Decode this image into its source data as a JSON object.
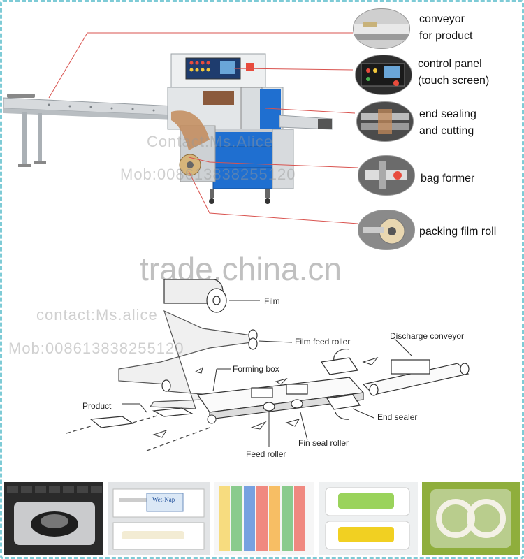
{
  "callouts": [
    {
      "line1": "conveyor",
      "line2": "for product"
    },
    {
      "line1": "control panel",
      "line2": "(touch screen)"
    },
    {
      "line1": "end sealing",
      "line2": "and cutting"
    },
    {
      "line1": "bag former",
      "line2": ""
    },
    {
      "line1": "packing film roll",
      "line2": ""
    }
  ],
  "machine": {
    "panel_badge": "",
    "side_badge": ""
  },
  "diagram": {
    "film": "Film",
    "film_feed_roller": "Film feed roller",
    "discharge_conveyor": "Discharge conveyor",
    "forming_box": "Forming box",
    "product": "Product",
    "end_sealer": "End sealer",
    "fin_seal_roller": "Fin seal roller",
    "feed_roller": "Feed roller"
  },
  "watermarks": {
    "machine_contact": "Contact:Ms.Alice",
    "machine_mob": "Mob:008613838255120",
    "trade": "trade.china.cn",
    "diagram_contact": "contact:Ms.alice",
    "diagram_mob": "Mob:008613838255120"
  },
  "product_photos": [
    {
      "name": "mouse-in-bag"
    },
    {
      "name": "cutlery-pack",
      "label": "Wet-Nap"
    },
    {
      "name": "plastic-cutlery-set"
    },
    {
      "name": "sponge-packs"
    },
    {
      "name": "tape-rolls"
    }
  ],
  "colors": {
    "frame_border": "#7ecbd6",
    "leader_line": "#d9534f",
    "machine_blue": "#1f6fd0",
    "steel": "#c8ccd0"
  }
}
